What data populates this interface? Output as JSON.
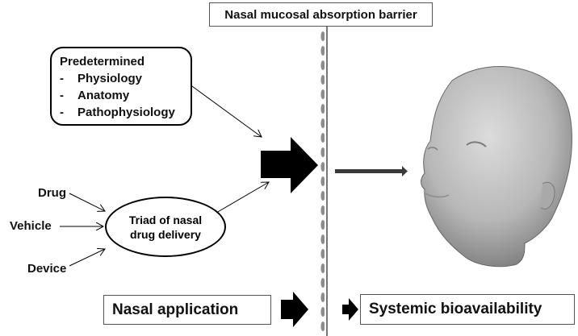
{
  "title": "Nasal mucosal absorption barrier",
  "predetermined": {
    "heading": "Predetermined",
    "items": [
      "Physiology",
      "Anatomy",
      "Pathophysiology"
    ],
    "bullet": "-"
  },
  "triad": {
    "inputs": [
      "Drug",
      "Vehicle",
      "Device"
    ],
    "label": "Triad of nasal drug delivery"
  },
  "bottom": {
    "left_label": "Nasal application",
    "right_label": "Systemic bioavailability"
  },
  "images": {
    "head": "3d-head-model-icon"
  },
  "colors": {
    "arrow": "#000000",
    "barrier": "#8a8a8a",
    "head": "#b5b5b5"
  }
}
